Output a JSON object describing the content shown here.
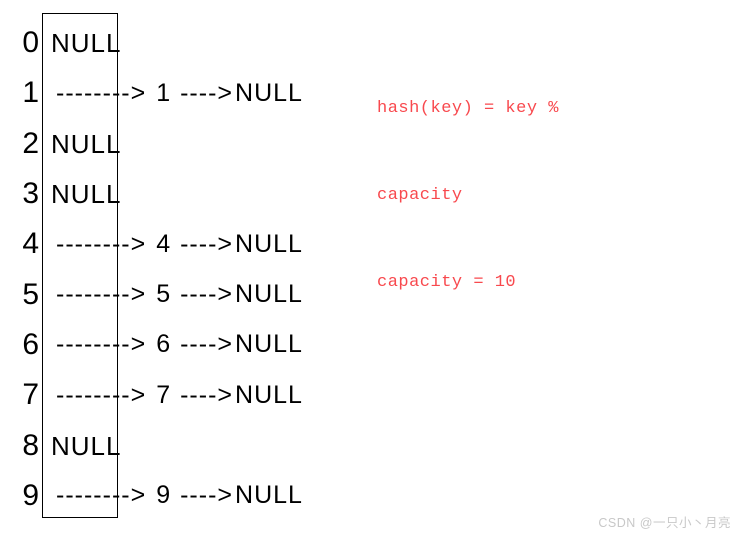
{
  "page": {
    "background": "#ffffff",
    "text_color": "#000000"
  },
  "hash_table": {
    "capacity": 10,
    "buckets": [
      {
        "index": "0",
        "type": "empty"
      },
      {
        "index": "1",
        "type": "chain",
        "value": "1"
      },
      {
        "index": "2",
        "type": "empty"
      },
      {
        "index": "3",
        "type": "empty"
      },
      {
        "index": "4",
        "type": "chain",
        "value": "4"
      },
      {
        "index": "5",
        "type": "chain",
        "value": "5"
      },
      {
        "index": "6",
        "type": "chain",
        "value": "6"
      },
      {
        "index": "7",
        "type": "chain",
        "value": "7"
      },
      {
        "index": "8",
        "type": "empty"
      },
      {
        "index": "9",
        "type": "chain",
        "value": "9"
      }
    ],
    "labels": {
      "null": "NULL",
      "bucket_arrow": "-------->",
      "node_arrow": "---->"
    }
  },
  "annotation": {
    "lines": [
      "hash(key) = key %",
      "capacity",
      "capacity = 10"
    ],
    "color": "#f8494e"
  },
  "watermark": {
    "text": "CSDN @一只小丶月亮",
    "color": "#c8c8c8"
  }
}
